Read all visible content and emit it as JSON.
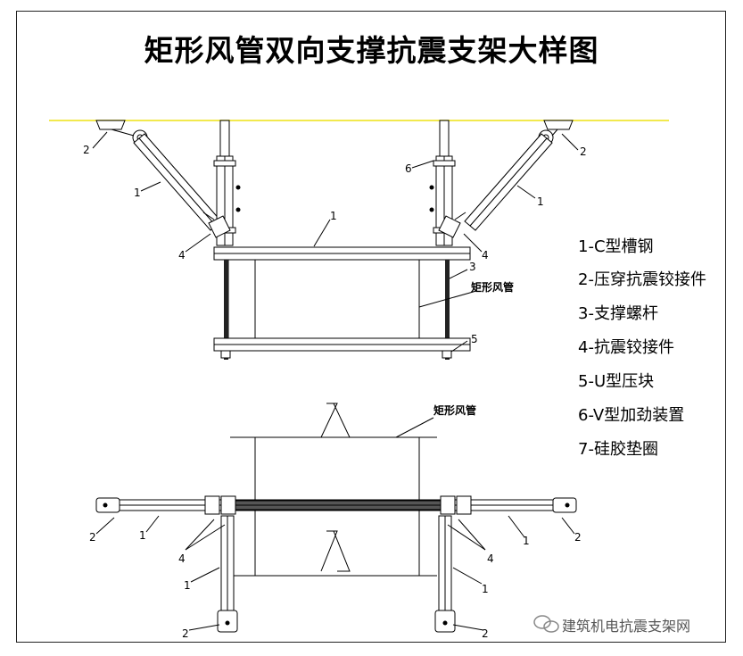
{
  "title": "矩形风管双向支撑抗震支架大样图",
  "legend": [
    "1-C型槽钢",
    "2-压穿抗震铰接件",
    "3-支撑螺杆",
    "4-抗震铰接件",
    "5-U型压块",
    "6-V型加劲装置",
    "7-硅胶垫圈"
  ],
  "duct_label_front": "矩形风管",
  "duct_label_plan": "矩形风管",
  "callouts_front": [
    "2",
    "1",
    "1",
    "4",
    "2",
    "1",
    "6",
    "4",
    "3",
    "5"
  ],
  "callouts_plan": [
    "2",
    "1",
    "4",
    "1",
    "2",
    "4",
    "1",
    "2",
    "1",
    "2"
  ],
  "watermark": "建筑机电抗震支架网",
  "colors": {
    "ceiling_line": "#f2e94e",
    "line": "#000000",
    "fill_gray": "#b9b9b9"
  }
}
